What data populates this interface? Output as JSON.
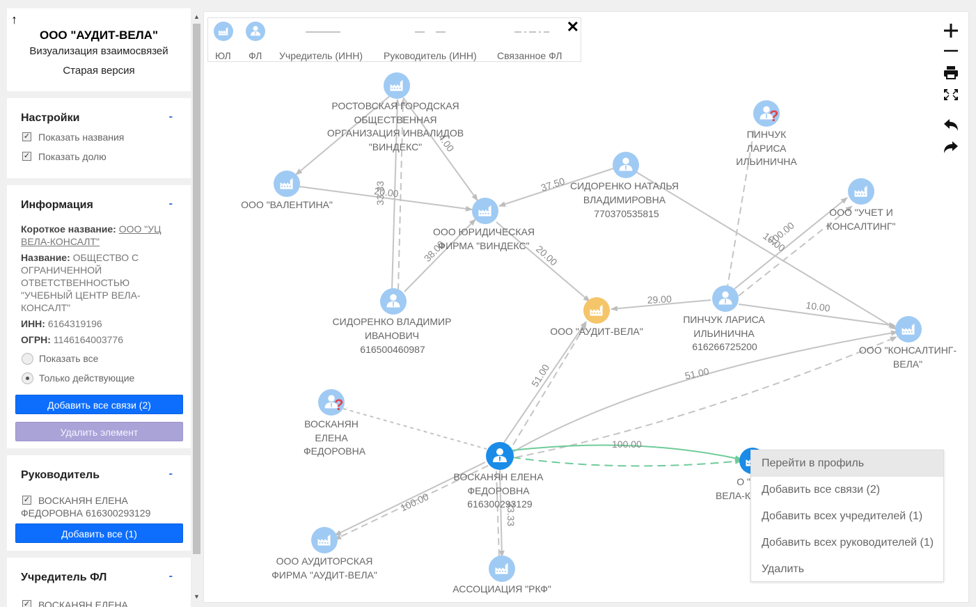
{
  "sidebar": {
    "back_icon": "arrow-up-icon",
    "company_title": "ООО \"АУДИТ-ВЕЛА\"",
    "subtitle": "Визуализация взаимосвязей",
    "old_version": "Старая версия",
    "settings": {
      "title": "Настройки",
      "collapse": "-",
      "show_names": "Показать названия",
      "show_share": "Показать долю"
    },
    "info": {
      "title": "Информация",
      "collapse": "-",
      "short_name_label": "Короткое название:",
      "short_name_value": "ООО \"УЦ ВЕЛА-КОНСАЛТ\"",
      "name_label": "Название:",
      "name_value": "ОБЩЕСТВО С ОГРАНИЧЕННОЙ ОТВЕТСТВЕННОСТЬЮ \"УЧЕБНЫЙ ЦЕНТР ВЕЛА-КОНСАЛТ\"",
      "inn_label": "ИНН:",
      "inn_value": "6164319196",
      "ogrn_label": "ОГРН:",
      "ogrn_value": "1146164003776",
      "radio_all": "Показать все",
      "radio_active": "Только действующие",
      "add_all_links": "Добавить все связи (2)",
      "delete_element": "Удалить элемент"
    },
    "director": {
      "title": "Руководитель",
      "collapse": "-",
      "person": "ВОСКАНЯН ЕЛЕНА ФЕДОРОВНА 616300293129",
      "add_all": "Добавить все (1)"
    },
    "founder": {
      "title": "Учредитель ФЛ",
      "collapse": "-",
      "person": "ВОСКАНЯН ЕЛЕНА"
    }
  },
  "legend": {
    "ul": "ЮЛ",
    "fl": "ФЛ",
    "founder": "Учредитель (ИНН)",
    "director": "Руководитель (ИНН)",
    "related": "Связанное ФЛ",
    "close": "✕"
  },
  "toolbar": [
    "zoom-in-icon",
    "zoom-out-icon",
    "print-icon",
    "fullscreen-icon",
    "undo-icon",
    "redo-icon"
  ],
  "nodes": {
    "rostov": "РОСТОВСКАЯ ГОРОДСКАЯ ОБЩЕСТВЕННАЯ ОРГАНИЗАЦИЯ ИНВАЛИДОВ \"ВИНДЕКС\"",
    "valentina": "ООО \"ВАЛЕНТИНА\"",
    "sidorenko_n": "СИДОРЕНКО НАТАЛЬЯ ВЛАДИМИРОВНА",
    "sidorenko_n_inn": "770370535815",
    "pinchuk_q": "ПИНЧУК ЛАРИСА ИЛЬИНИЧНА",
    "yur": "ООО ЮРИДИЧЕСКАЯ ФИРМА \"ВИНДЕКС\"",
    "uchet": "ООО \"УЧЕТ И КОНСАЛТИНГ\"",
    "sidorenko_v": "СИДОРЕНКО ВЛАДИМИР ИВАНОВИЧ",
    "sidorenko_v_inn": "616500460987",
    "audit_vela": "ООО \"АУДИТ-ВЕЛА\"",
    "pinchuk": "ПИНЧУК ЛАРИСА ИЛЬИНИЧНА",
    "pinchuk_inn": "616266725200",
    "konsalting": "ООО \"КОНСАЛТИНГ-ВЕЛА\"",
    "voskanyan_q": "ВОСКАНЯН ЕЛЕНА ФЕДОРОВНА",
    "voskanyan": "ВОСКАНЯН ЕЛЕНА ФЕДОРОВНА",
    "voskanyan_inn": "616300293129",
    "auditorskaya": "ООО АУДИТОРСКАЯ ФИРМА \"АУДИТ-ВЕЛА\"",
    "rkf": "АССОЦИАЦИЯ \"РКФ\"",
    "uc_partial": "О \" ВЕЛА-К"
  },
  "edges": {
    "e_rostov_yur": "4.00",
    "e_sv_rostov": "33.33",
    "e_val_yur": "20.00",
    "e_sn_yur": "37.50",
    "e_sv_yur": "38.00",
    "e_yur_audit": "20.00",
    "e_pinchuk_audit": "29.00",
    "e_pinchuk_uchet_a": "10.00",
    "e_pinchuk_uchet_b": "100.00",
    "e_pinchuk_kons": "10.00",
    "e_v_audit": "51.00",
    "e_v_kons": "51.00",
    "e_v_uc": "100.00",
    "e_v_auditorskaya": "100.00",
    "e_v_rkf": "33.33"
  },
  "context_menu": {
    "items": [
      "Перейти в профиль",
      "Добавить все связи (2)",
      "Добавить всех учредителей (1)",
      "Добавить всех руководителей (1)",
      "Удалить"
    ]
  },
  "colors": {
    "node_light": "#9fcaf3",
    "node_selected": "#1a8ce8",
    "node_target": "#f5c56a",
    "edge": "#c4c4c4",
    "edge_green": "#6fcb9a",
    "button_blue": "#0d6efd",
    "question": "#e0454e"
  }
}
